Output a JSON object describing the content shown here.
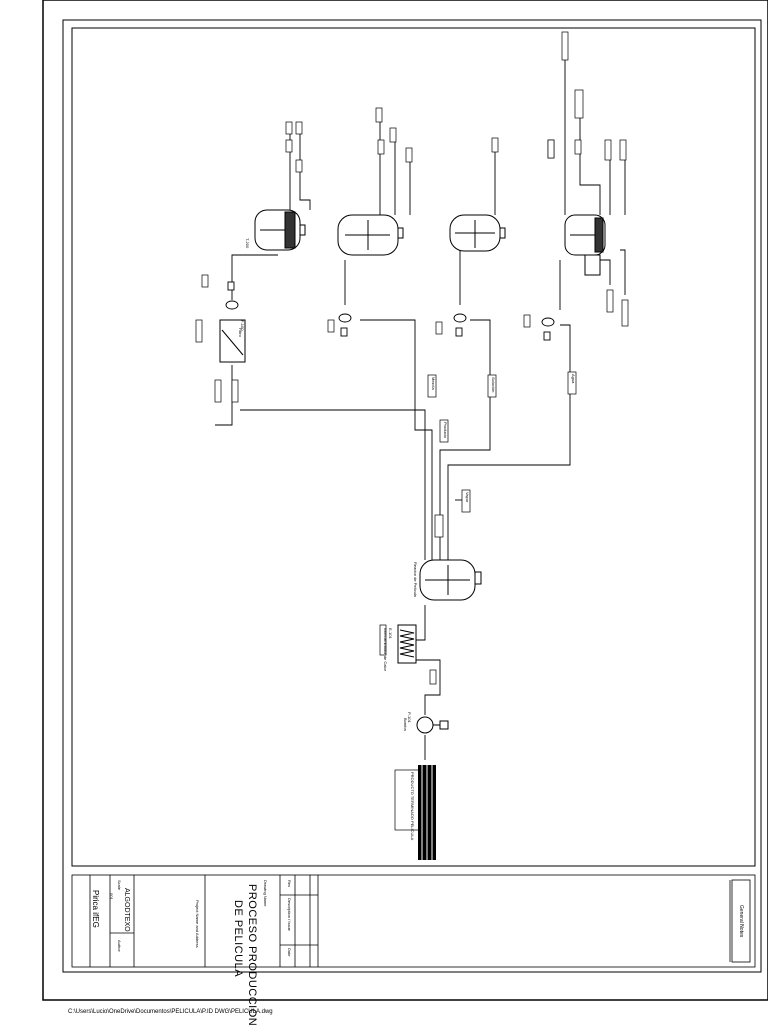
{
  "file_path": "C:\\Users\\Lucio\\OneDrive\\Documentos\\PELICULA\\P.ID DWG\\PELICULA.dwg",
  "title_block": {
    "drawing_title_line1": "PROCESO PRODUCCION",
    "drawing_title_line2": "DE PELICULA",
    "drawing_number": "ALGODTEXO",
    "drawing_number_sub": "001",
    "drawn_by": "Pirica ifEG",
    "project_label": "Project Name and Address",
    "drawing_name_label": "Drawing Name",
    "rev_label": "Rev",
    "description_label": "Description / Issue",
    "date_label": "Date",
    "general_notes_label": "General Notes",
    "scale_label": "Scale",
    "author_label": "Author"
  },
  "equipment": [
    {
      "tag": "T-200",
      "desc": "Reactor de Película"
    },
    {
      "tag": "F-100",
      "desc": "Filtro"
    },
    {
      "tag": "E-101",
      "desc": "Intercambiador de Calor"
    },
    {
      "tag": "P-101",
      "desc": "Bomba"
    }
  ],
  "stream_labels": [
    "Mezcla",
    "Solución",
    "Agua",
    "Producto",
    "Vapor"
  ],
  "product_label": "PRODUCTO TERMINADO PELICULA"
}
